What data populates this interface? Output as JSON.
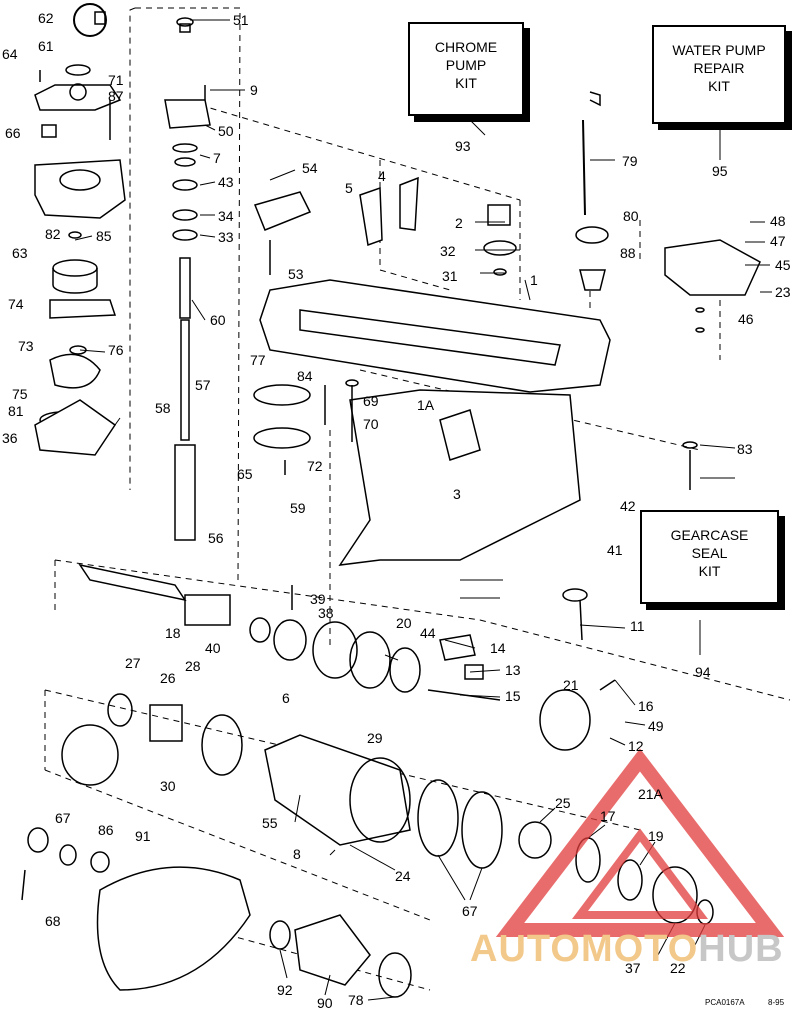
{
  "kits": [
    {
      "id": "chrome-pump-kit",
      "lines": [
        "CHROME",
        "PUMP",
        "KIT"
      ]
    },
    {
      "id": "water-pump-repair-kit",
      "lines": [
        "WATER PUMP",
        "REPAIR",
        "KIT"
      ]
    },
    {
      "id": "gearcase-seal-kit",
      "lines": [
        "GEARCASE",
        "SEAL",
        "KIT"
      ]
    }
  ],
  "part_labels": [
    "62",
    "51",
    "64",
    "61",
    "71",
    "87",
    "9",
    "66",
    "50",
    "7",
    "43",
    "34",
    "33",
    "54",
    "5",
    "4",
    "2",
    "32",
    "31",
    "93",
    "79",
    "95",
    "80",
    "88",
    "48",
    "47",
    "45",
    "23",
    "46",
    "82",
    "85",
    "63",
    "74",
    "76",
    "73",
    "75",
    "81",
    "36",
    "60",
    "57",
    "58",
    "56",
    "53",
    "1",
    "77",
    "84",
    "69",
    "70",
    "72",
    "65",
    "59",
    "1A",
    "3",
    "83",
    "42",
    "41",
    "39",
    "38",
    "40",
    "18",
    "20",
    "44",
    "14",
    "13",
    "15",
    "11",
    "94",
    "27",
    "28",
    "26",
    "6",
    "29",
    "30",
    "21",
    "16",
    "49",
    "12",
    "21A",
    "25",
    "17",
    "19",
    "55",
    "8",
    "24",
    "67",
    "86",
    "91",
    "68",
    "37",
    "22",
    "92",
    "90",
    "78"
  ],
  "drawing_code": "PCA0167A",
  "drawing_date": "8-95",
  "watermark": {
    "part1": "AUTOMOTO",
    "part2": "HUB"
  },
  "colors": {
    "line": "#000000",
    "watermark_red": "#e23b3b",
    "watermark_orange": "#f2c98a",
    "watermark_gray": "#c7c7c7"
  }
}
